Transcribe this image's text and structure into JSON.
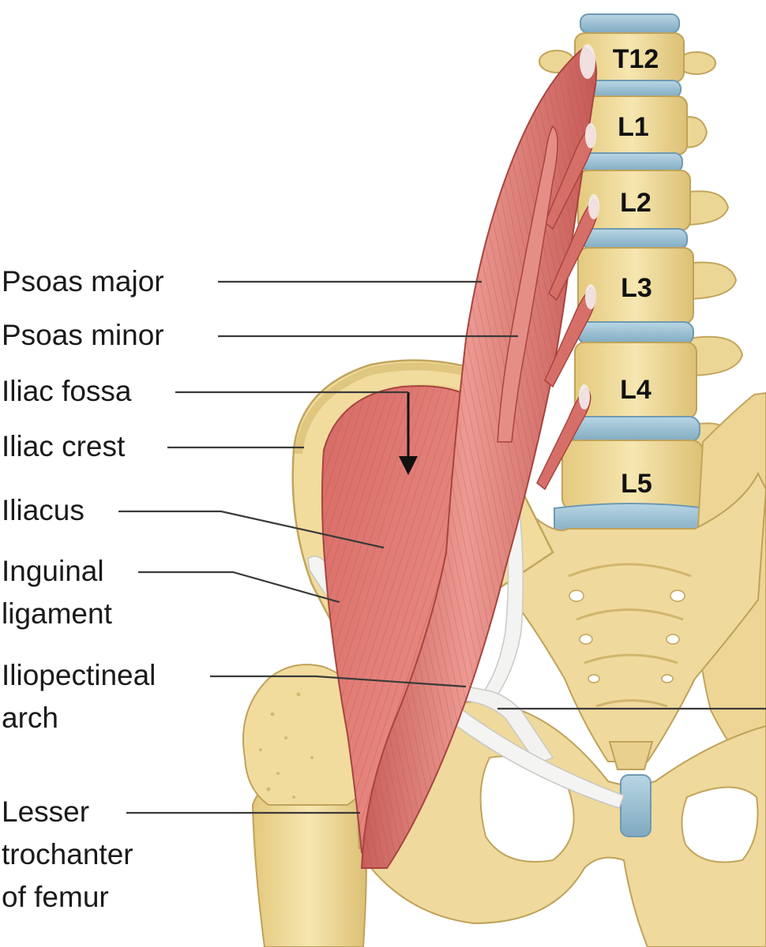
{
  "vertebrae": [
    {
      "id": "t12",
      "label": "T12"
    },
    {
      "id": "l1",
      "label": "L1"
    },
    {
      "id": "l2",
      "label": "L2"
    },
    {
      "id": "l3",
      "label": "L3"
    },
    {
      "id": "l4",
      "label": "L4"
    },
    {
      "id": "l5",
      "label": "L5"
    }
  ],
  "labels": {
    "psoas_major": "Psoas major",
    "psoas_minor": "Psoas minor",
    "iliac_fossa": "Iliac fossa",
    "iliac_crest": "Iliac crest",
    "iliacus": "Iliacus",
    "inguinal_ligament": [
      "Inguinal",
      "ligament"
    ],
    "iliopectineal_arch": [
      "Iliopectineal",
      "arch"
    ],
    "lesser_trochanter": [
      "Lesser",
      "trochanter",
      "of femur"
    ]
  },
  "colors": {
    "bone": "#f0dc9c",
    "bone_shadow": "#c9ad62",
    "disc": "#9cc3d6",
    "muscle": "#dd7a74",
    "muscle_dark": "#b94a4a",
    "ligament": "#f1f1ef"
  }
}
